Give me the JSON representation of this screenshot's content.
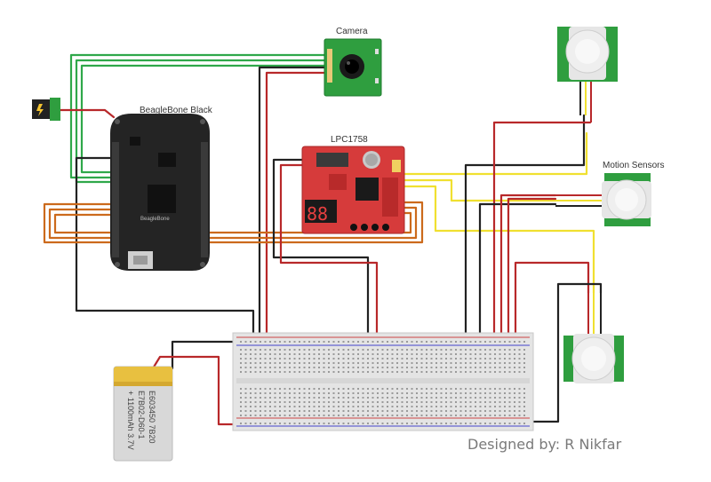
{
  "labels": {
    "camera": "Camera",
    "beaglebone": "BeagleBone Black",
    "beaglebone_silkscreen": "BeagleBone",
    "lpc": "LPC1758",
    "motion_sensors": "Motion Sensors",
    "battery_line1": "E603450 7B20",
    "battery_line2": "E7B02-D60-1",
    "battery_line3": "+ 1100mAh 3.7V",
    "seven_segment": "88",
    "credit": "Designed by: R Nikfar"
  },
  "colors": {
    "wire_black": "#222222",
    "wire_red": "#b8282a",
    "wire_green": "#2fa84a",
    "wire_yellow": "#f0e030",
    "wire_orange": "#cc6a1c",
    "pcb_green": "#2f9e3f",
    "pcb_red": "#d63b3b",
    "beaglebone": "#222222",
    "breadboard": "#e8e8e8"
  }
}
